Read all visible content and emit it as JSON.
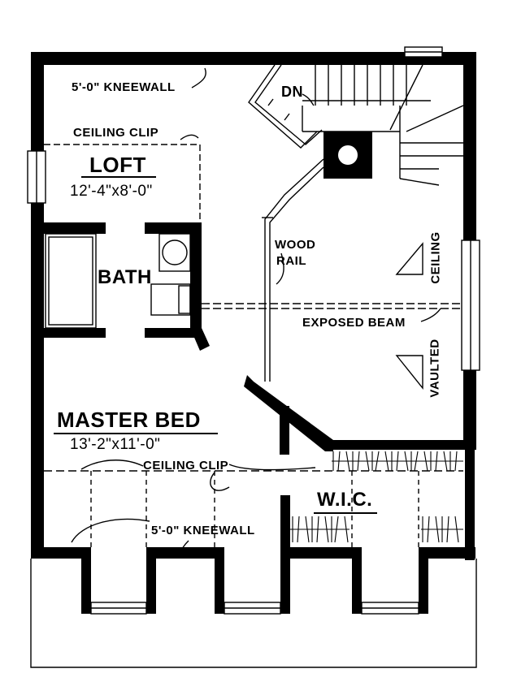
{
  "plan": {
    "rooms": {
      "loft": {
        "name": "LOFT",
        "size": "12'-4\"x8'-0\""
      },
      "bath": {
        "name": "BATH"
      },
      "master_bed": {
        "name": "MASTER BED",
        "size": "13'-2\"x11'-0\""
      },
      "wic": {
        "name": "W.I.C."
      }
    },
    "notes": {
      "kneewall_top": "5'-0\" KNEEWALL",
      "kneewall_bottom": "5'-0\" KNEEWALL",
      "ceiling_clip_top": "CEILING CLIP",
      "ceiling_clip_bottom": "CEILING CLIP",
      "stair_down": "DN",
      "wood_rail_1": "WOOD",
      "wood_rail_2": "RAIL",
      "exposed_beam": "EXPOSED BEAM",
      "ceiling": "CEILING",
      "vaulted": "VAULTED"
    }
  }
}
